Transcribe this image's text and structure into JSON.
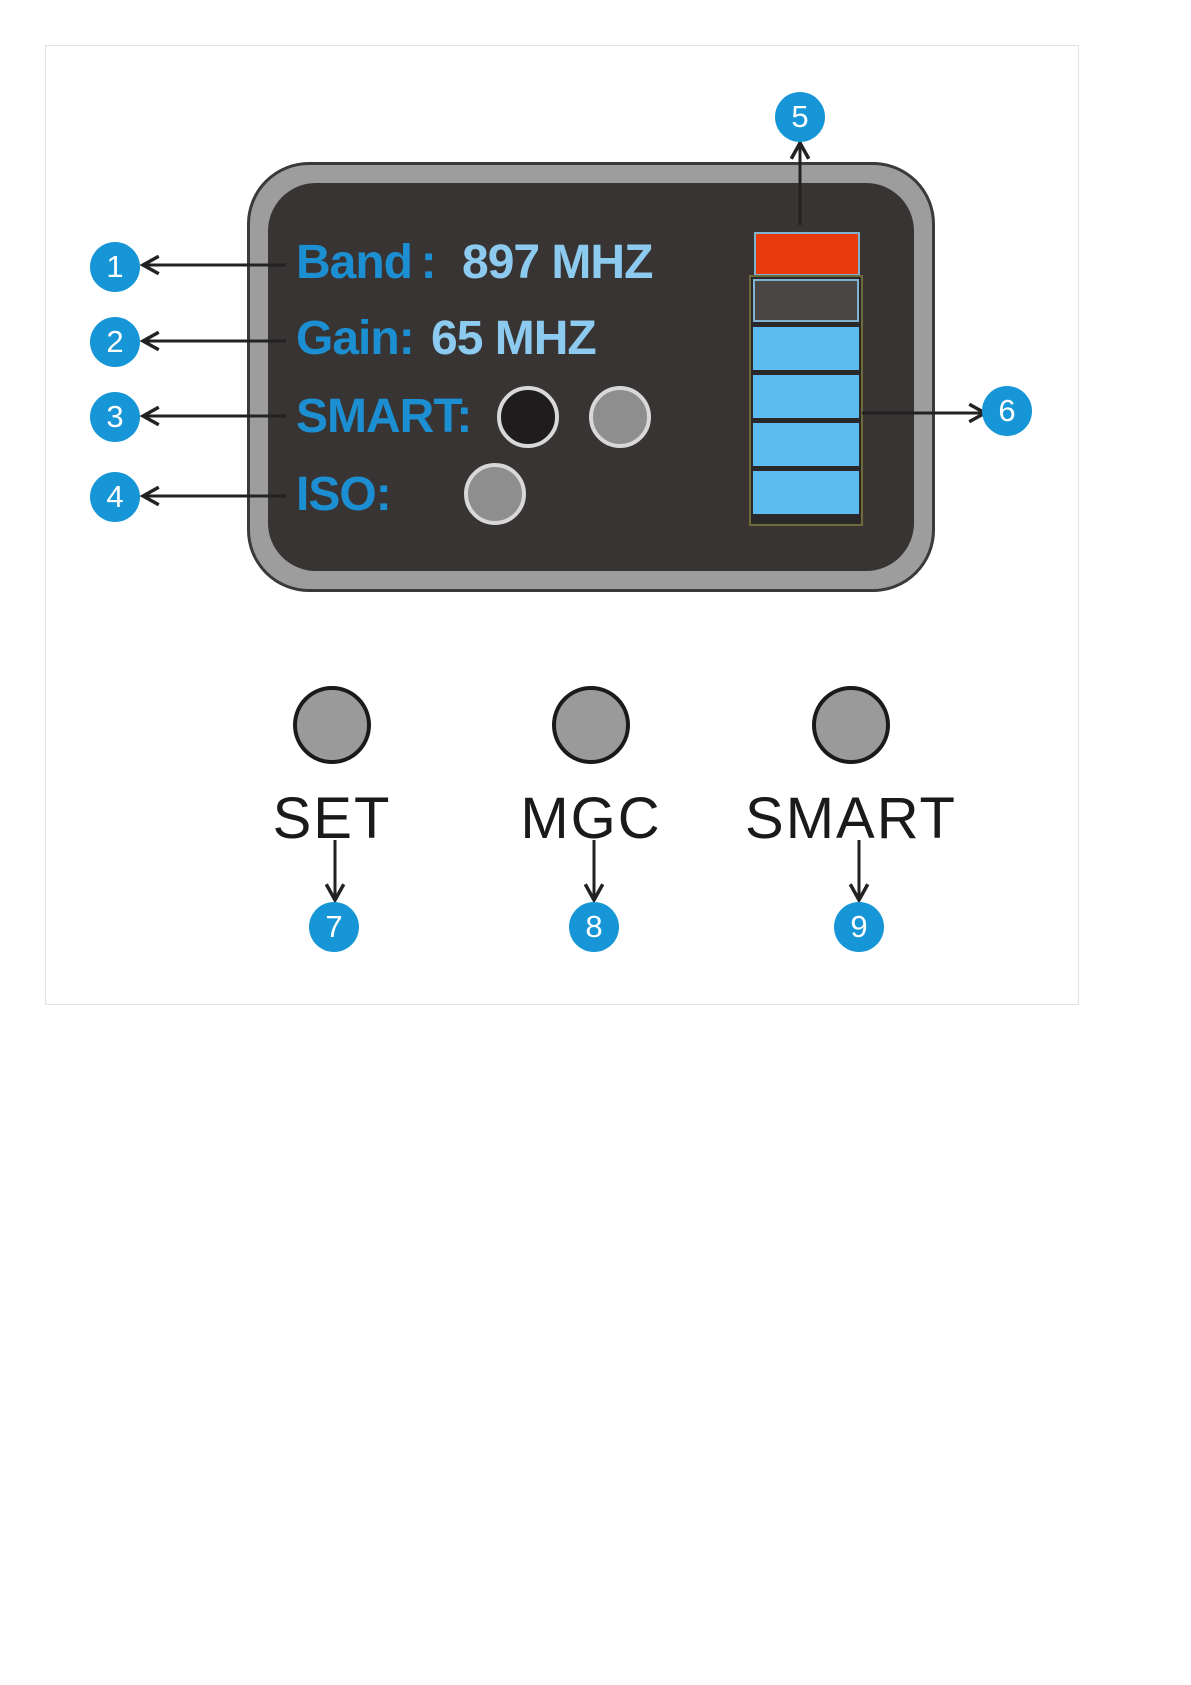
{
  "screen": {
    "band_label": "Band :",
    "band_value": "897 MHZ",
    "gain_label": "Gain:",
    "gain_value": "65 MHZ",
    "smart_label": "SMART:",
    "iso_label": "ISO:"
  },
  "indicators": {
    "smart_1_state": "on",
    "smart_2_state": "off",
    "iso_state": "off"
  },
  "signal_meter": {
    "top_segment_color": "#e83a0a",
    "segments": [
      {
        "state": "dim",
        "color": "#4a4646"
      },
      {
        "state": "lit",
        "color": "#5cbcf0"
      },
      {
        "state": "lit",
        "color": "#5cbcf0"
      },
      {
        "state": "lit",
        "color": "#5cbcf0"
      },
      {
        "state": "lit",
        "color": "#5cbcf0"
      }
    ]
  },
  "buttons": [
    {
      "label": "SET"
    },
    {
      "label": "MGC"
    },
    {
      "label": "SMART"
    }
  ],
  "callouts": [
    "1",
    "2",
    "3",
    "4",
    "5",
    "6",
    "7",
    "8",
    "9"
  ],
  "colors": {
    "accent": "#1696d6",
    "screen": "#383433",
    "bezel": "#9d9d9d"
  }
}
